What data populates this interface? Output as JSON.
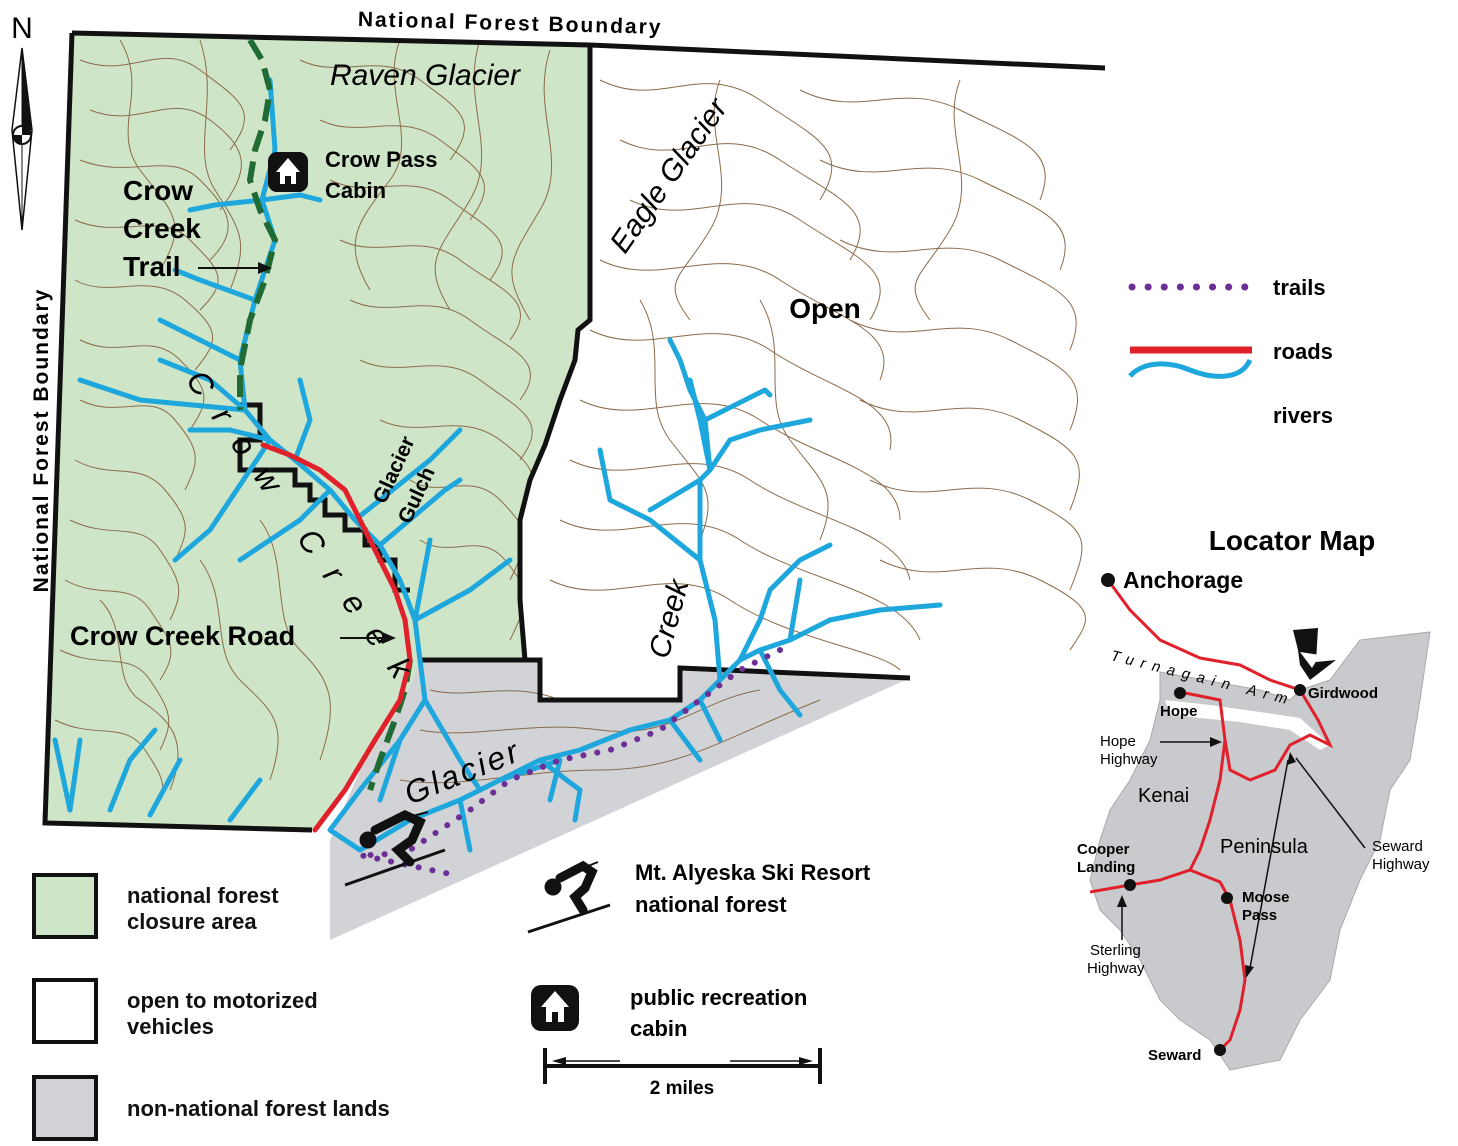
{
  "map": {
    "north_label": "N",
    "boundary_top": "National Forest Boundary",
    "boundary_left": "National Forest Boundary",
    "features": {
      "raven_glacier": "Raven Glacier",
      "eagle_glacier": "Eagle Glacier",
      "crow_pass_cabin_line1": "Crow Pass",
      "crow_pass_cabin_line2": "Cabin",
      "crow_creek_trail_line1": "Crow",
      "crow_creek_trail_line2": "Creek",
      "crow_creek_trail_line3": "Trail",
      "crow_creek": "Crow Creek",
      "glacier_gulch_line1": "Glacier",
      "glacier_gulch_line2": "Gulch",
      "open": "Open",
      "glacier_creek_part1": "Creek",
      "glacier_creek_part2": "Glacier",
      "crow_creek_road": "Crow Creek Road"
    },
    "scale": {
      "label": "2 miles"
    },
    "colors": {
      "closure_area": "#cfe5c8",
      "non_forest": "#d1d3d6",
      "road": "#e0202a",
      "river": "#1ea7dc",
      "trail": "#6b2f95",
      "contour": "#8b6b4a",
      "forest_trail": "#1f6b33"
    }
  },
  "legend": {
    "line_items": [
      {
        "label": "trails",
        "icon": "dotted-trail-line"
      },
      {
        "label": "roads",
        "icon": "red-road-line"
      },
      {
        "label": "rivers",
        "icon": "blue-river-line"
      }
    ],
    "area_items": [
      {
        "line1": "national forest",
        "line2": "closure area",
        "color": "#cfe5c8"
      },
      {
        "line1": "open to motorized",
        "line2": "vehicles",
        "color": "#ffffff"
      },
      {
        "line1": "non-national forest lands",
        "line2": "",
        "color": "#d1d3d6"
      }
    ],
    "ski_line1": "Mt. Alyeska Ski Resort",
    "ski_line2": "national forest",
    "cabin_line1": "public recreation",
    "cabin_line2": "cabin"
  },
  "locator": {
    "title": "Locator Map",
    "anchorage": "Anchorage",
    "turnagain_arm": "Turnagain Arm",
    "girdwood": "Girdwood",
    "hope": "Hope",
    "hope_highway_line1": "Hope",
    "hope_highway_line2": "Highway",
    "kenai": "Kenai",
    "peninsula": "Peninsula",
    "seward_highway_line1": "Seward",
    "seward_highway_line2": "Highway",
    "cooper_landing_line1": "Cooper",
    "cooper_landing_line2": "Landing",
    "moose_pass_line1": "Moose",
    "moose_pass_line2": "Pass",
    "sterling_highway_line1": "Sterling",
    "sterling_highway_line2": "Highway",
    "seward": "Seward"
  }
}
